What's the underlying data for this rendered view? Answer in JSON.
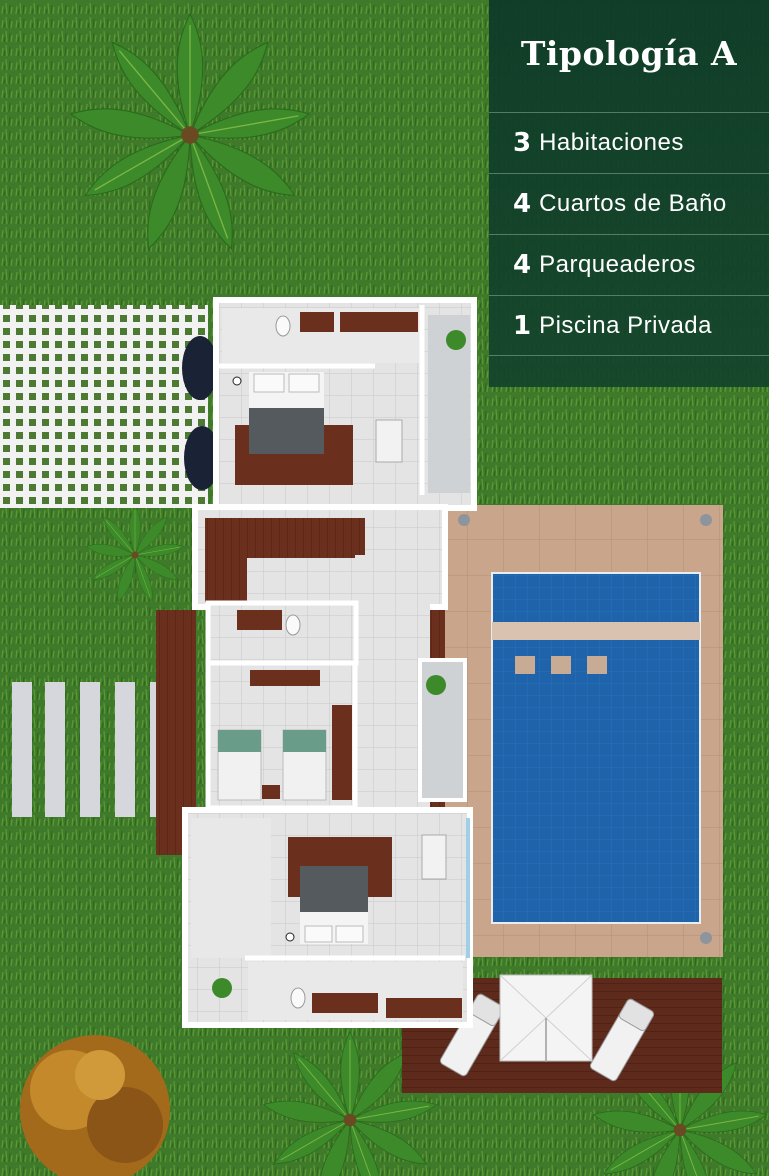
{
  "panel": {
    "title": "Tipología A",
    "features": [
      {
        "count": "3",
        "label": "Habitaciones"
      },
      {
        "count": "4",
        "label": "Cuartos de Baño"
      },
      {
        "count": "4",
        "label": "Parqueaderos"
      },
      {
        "count": "1",
        "label": "Piscina Privada"
      }
    ]
  },
  "colors": {
    "grass": "#3f7a2a",
    "panel": "#124a30",
    "pool": "#1d62a8",
    "deck": "#c9a58c",
    "wood": "#6b2e1c",
    "floor": "#e3e3e3"
  },
  "plan_elements": [
    "grass-paver-parking",
    "stepping-stones",
    "master-bedroom-top",
    "staircase",
    "bathroom",
    "twin-bedroom",
    "master-bedroom-bottom",
    "private-pool",
    "pool-deck",
    "wood-terrace",
    "sun-loungers",
    "umbrella",
    "palm-trees"
  ]
}
